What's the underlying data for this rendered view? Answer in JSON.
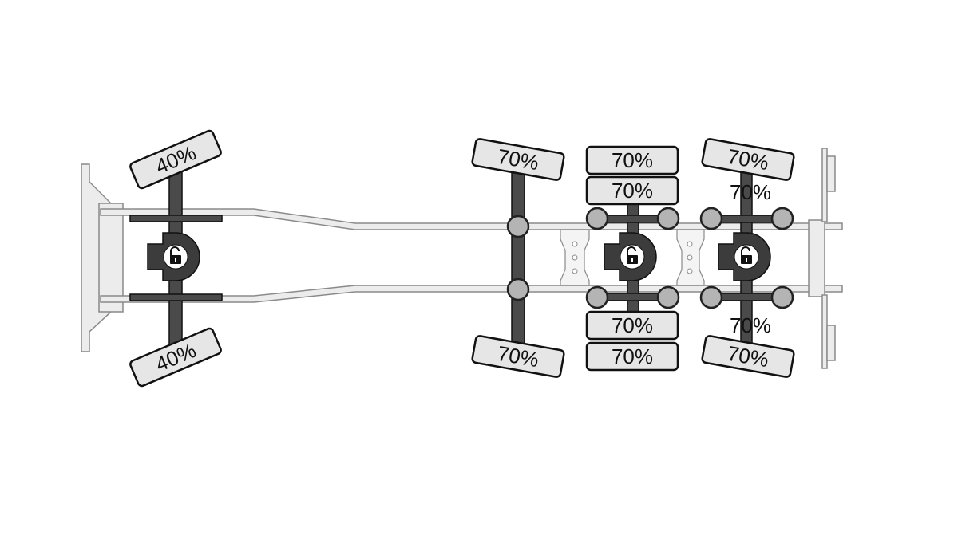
{
  "diagram": {
    "axles": [
      {
        "id": "axle-1",
        "tires": [
          {
            "position": "left-outer",
            "label": "40%"
          },
          {
            "position": "right-outer",
            "label": "40%"
          }
        ],
        "differential_lock": "unlocked-lock-icon"
      },
      {
        "id": "axle-2",
        "tires": [
          {
            "position": "left-outer",
            "label": "70%"
          },
          {
            "position": "right-outer",
            "label": "70%"
          }
        ]
      },
      {
        "id": "axle-3",
        "tires": [
          {
            "position": "left-outer",
            "label": "70%"
          },
          {
            "position": "left-inner",
            "label": "70%"
          },
          {
            "position": "right-inner",
            "label": "70%"
          },
          {
            "position": "right-outer",
            "label": "70%"
          }
        ],
        "differential_lock": "unlocked-lock-icon"
      },
      {
        "id": "axle-4",
        "tires": [
          {
            "position": "left-outer",
            "label": "70%"
          },
          {
            "position": "left-inner",
            "label": "70%"
          },
          {
            "position": "right-inner",
            "label": "70%"
          },
          {
            "position": "right-outer",
            "label": "70%"
          }
        ],
        "differential_lock": "unlocked-lock-icon"
      }
    ],
    "colors": {
      "tire_fill": "#e6e6e6",
      "axle_fill": "#4a4a4a",
      "frame_fill": "#ececec",
      "knob_fill": "#b4b4b4"
    }
  }
}
